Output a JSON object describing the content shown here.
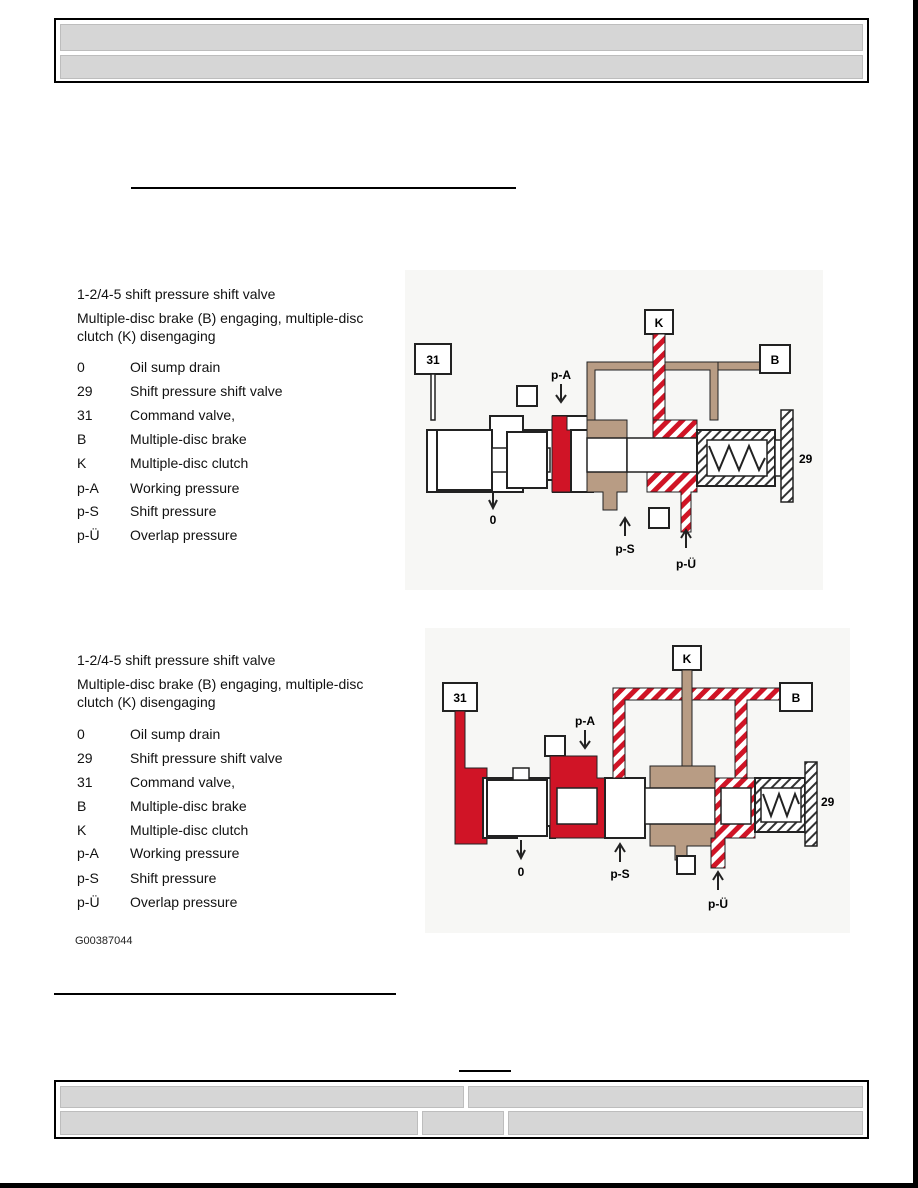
{
  "diagrams": [
    {
      "title": "1-2/4-5 shift pressure shift valve",
      "subtitle_line1": "Multiple-disc brake (B) engaging, multiple-disc",
      "subtitle_line2": "clutch (K)  disengaging",
      "legend": [
        {
          "code": "0",
          "desc": "Oil sump drain"
        },
        {
          "code": "29",
          "desc": "Shift pressure shift valve"
        },
        {
          "code": "31",
          "desc": "Command valve,"
        },
        {
          "code": "B",
          "desc": "Multiple-disc brake"
        },
        {
          "code": "K",
          "desc": "Multiple-disc clutch"
        },
        {
          "code": "p-A",
          "desc": "Working pressure"
        },
        {
          "code": "p-S",
          "desc": "Shift pressure"
        },
        {
          "code": "p-Ü",
          "desc": "Overlap pressure"
        }
      ],
      "labels": {
        "k": "K",
        "b": "B",
        "cmd": "31",
        "valve": "29",
        "pa": "p-A",
        "ps": "p-S",
        "pu": "p-Ü",
        "drain": "0"
      }
    },
    {
      "title": "1-2/4-5 shift pressure shift valve",
      "subtitle_line1": "Multiple-disc brake (B) engaging, multiple-disc",
      "subtitle_line2": "clutch (K)   disengaging",
      "legend": [
        {
          "code": "0",
          "desc": "Oil sump drain"
        },
        {
          "code": "29",
          "desc": "Shift pressure shift valve"
        },
        {
          "code": "31",
          "desc": "Command valve,"
        },
        {
          "code": "B",
          "desc": "Multiple-disc brake"
        },
        {
          "code": "K",
          "desc": "Multiple-disc clutch"
        },
        {
          "code": "p-A",
          "desc": "Working pressure"
        },
        {
          "code": "p-S",
          "desc": "Shift pressure"
        },
        {
          "code": "p-Ü",
          "desc": "Overlap pressure"
        }
      ],
      "labels": {
        "k": "K",
        "b": "B",
        "cmd": "31",
        "valve": "29",
        "pa": "p-A",
        "ps": "p-S",
        "pu": "p-Ü",
        "drain": "0"
      }
    }
  ],
  "figure_id": "G00387044",
  "colors": {
    "working": "#d01426",
    "brown": "#b89c84",
    "line": "#222222",
    "panel_bg": "#f7f7f5"
  }
}
